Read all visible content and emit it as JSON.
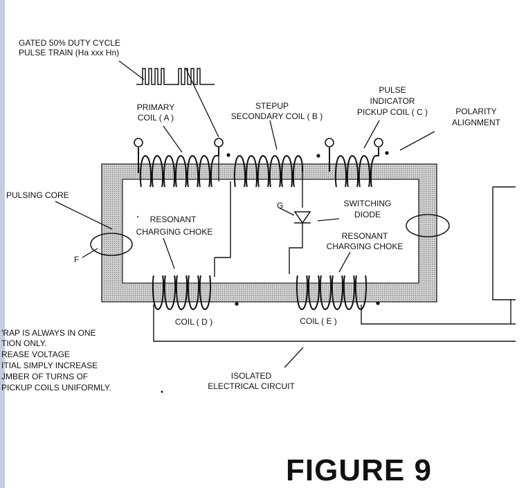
{
  "labels": {
    "pulse_train_line1": "GATED 50% DUTY CYCLE",
    "pulse_train_line2": "PULSE TRAIN  (Ha xxx Hn)",
    "primary_coil_line1": "PRIMARY",
    "primary_coil_line2": "COIL ( A )",
    "stepup_line1": "STEPUP",
    "stepup_line2": "SECONDARY COIL ( B )",
    "pickup_line1": "PULSE",
    "pickup_line2": "INDICATOR",
    "pickup_line3": "PICKUP COIL ( C )",
    "polarity_line1": "POLARITY",
    "polarity_line2": "ALIGNMENT",
    "pulsing_core": "PULSING CORE",
    "choke_left_line1": "RESONANT",
    "choke_left_line2": "CHARGING CHOKE",
    "g_label": "G",
    "switching_line1": "SWITCHING",
    "switching_line2": "DIODE",
    "choke_right_line1": "RESONANT",
    "choke_right_line2": "CHARGING CHOKE",
    "f_label": "F",
    "coil_d": "COIL ( D )",
    "coil_e": "COIL ( E )",
    "isolated_line1": "ISOLATED",
    "isolated_line2": "ELECTRICAL CIRCUIT",
    "note_line1": "'RAP IS ALWAYS IN ONE",
    "note_line2": "TION ONLY.",
    "note_line3": "REASE VOLTAGE",
    "note_line4": "ITIAL SIMPLY INCREASE",
    "note_line5": "JMBER OF TURNS OF",
    "note_line6": "PICKUP COILS UNIFORMLY.",
    "figure_title": "FIGURE  9"
  },
  "colors": {
    "core_fill": "#c9c9c9",
    "ink": "#111111",
    "side_bar": "#c4cedd"
  }
}
